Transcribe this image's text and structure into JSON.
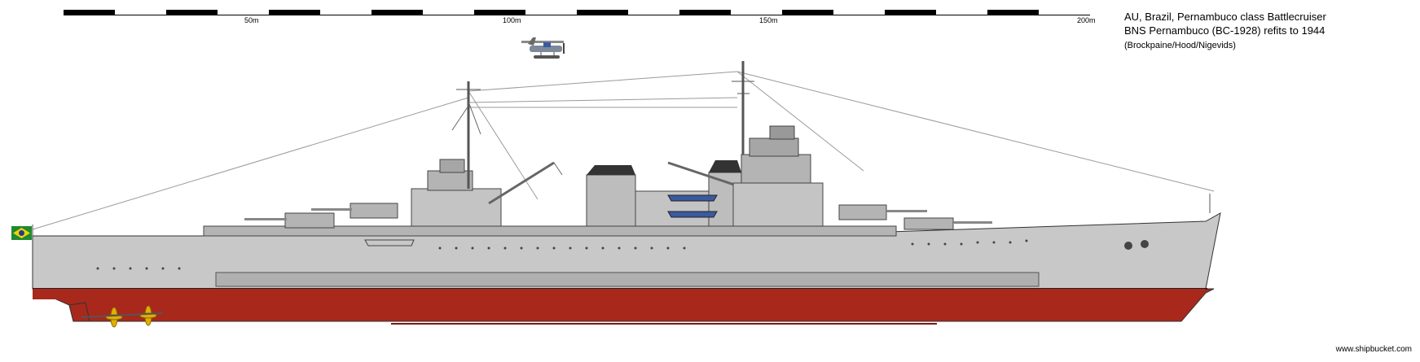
{
  "scale": {
    "ticks": [
      "50m",
      "100m",
      "150m",
      "200m"
    ]
  },
  "info": {
    "line1": "AU, Brazil, Pernambuco class Battlecruiser",
    "line2": "BNS Pernambuco (BC-1928) refits to 1944",
    "line3": "(Brockpaine/Hood/Nigevids)"
  },
  "credit": "www.shipbucket.com",
  "colors": {
    "hull_red": "#a8281c",
    "hull_grey": "#c8c8c8",
    "deck_grey": "#b4b4b4",
    "dark_grey": "#6e6e6e",
    "boat_blue": "#3a5aa0",
    "propeller_gold": "#e0b000",
    "flag_green": "#1f8a2f",
    "flag_yellow": "#f2d10a",
    "flag_blue": "#233e8b"
  },
  "icons": {
    "flag": "brazil-flag-icon",
    "aircraft": "seaplane-icon"
  }
}
